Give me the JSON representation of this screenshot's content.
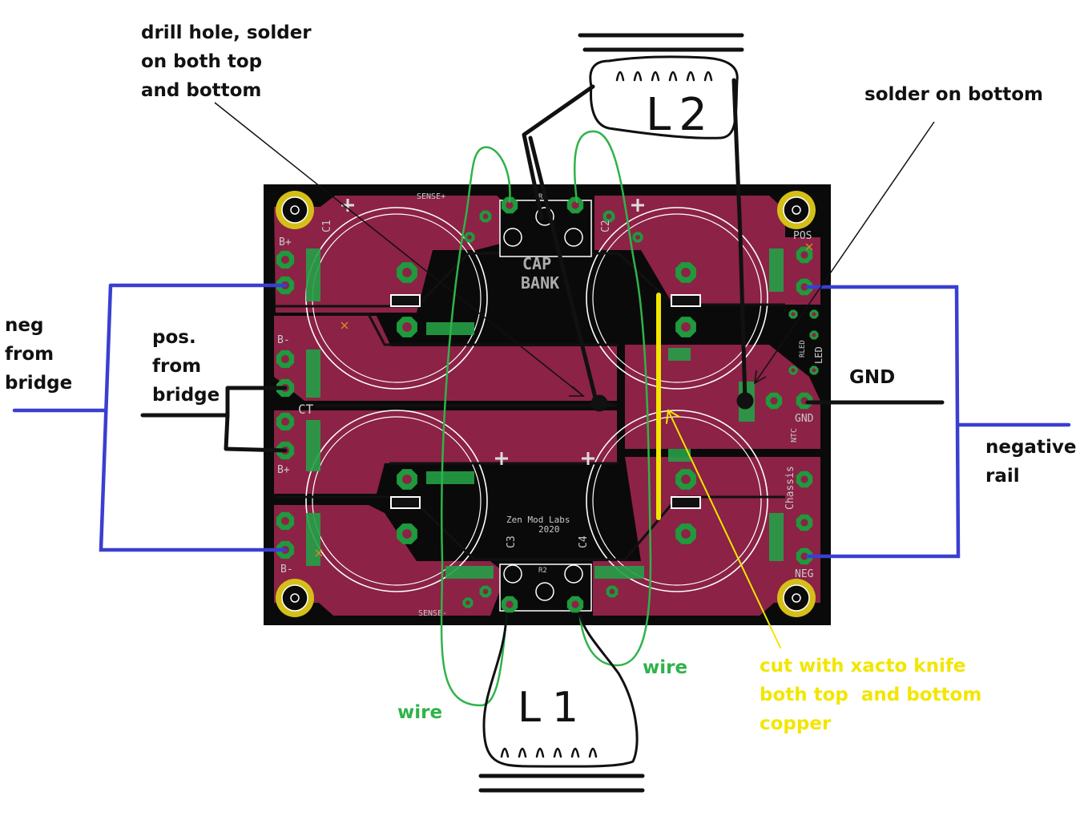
{
  "annotations": {
    "drill_hole": "drill hole, solder\non both top\nand bottom",
    "solder_bottom": "solder on bottom",
    "neg_from_bridge": "neg\nfrom\nbridge",
    "pos_from_bridge": "pos.\nfrom\nbridge",
    "gnd": "GND",
    "negative_rail": "negative\nrail",
    "wire_left": "wire",
    "wire_right": "wire",
    "cut_note": "cut with xacto knife\nboth top  and bottom\ncopper"
  },
  "inductors": {
    "top": "L2",
    "bottom": "L1"
  },
  "board": {
    "title_line1": "CAP",
    "title_line2": "BANK",
    "maker": "Zen Mod Labs",
    "year": "2020",
    "labels": {
      "c1": "C1",
      "c2": "C2",
      "c3": "C3",
      "c4": "C4",
      "r1": "R1",
      "r2": "R2",
      "ct": "CT",
      "sense_top": "SENSE+",
      "sense_bottom": "SENSE-",
      "b_plus_top": "B+",
      "b_minus_mid": "B-",
      "b_plus_mid": "B+",
      "b_minus_bottom": "B-",
      "pos": "POS",
      "gnd": "GND",
      "neg": "NEG",
      "led": "LED",
      "rled": "RLED",
      "ntc": "NTC",
      "chassis": "Chassis"
    }
  },
  "colors": {
    "copper": "#8c2246",
    "board_bg": "#0a0a0a",
    "pad_ring": "#1f9a3d",
    "wire_green": "#2fb34a",
    "wire_blue": "#3a3fd0",
    "cut_yellow": "#f2e600",
    "mount_gold": "#d4bf18"
  }
}
